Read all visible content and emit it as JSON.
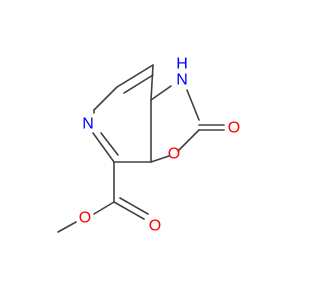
{
  "molecule": {
    "atoms": {
      "n_pyridine": {
        "label": "N",
        "color": "#0000ff"
      },
      "nh": {
        "label": "H",
        "color": "#0000ff"
      },
      "nh_n": {
        "label": "N",
        "color": "#0000ff"
      },
      "o_carbonyl": {
        "label": "O",
        "color": "#ff0000"
      },
      "o_ring": {
        "label": "O",
        "color": "#ff0000"
      },
      "o_ester_carbonyl": {
        "label": "O",
        "color": "#ff0000"
      },
      "o_ester": {
        "label": "O",
        "color": "#ff0000"
      }
    },
    "bond_color": "#404040"
  }
}
